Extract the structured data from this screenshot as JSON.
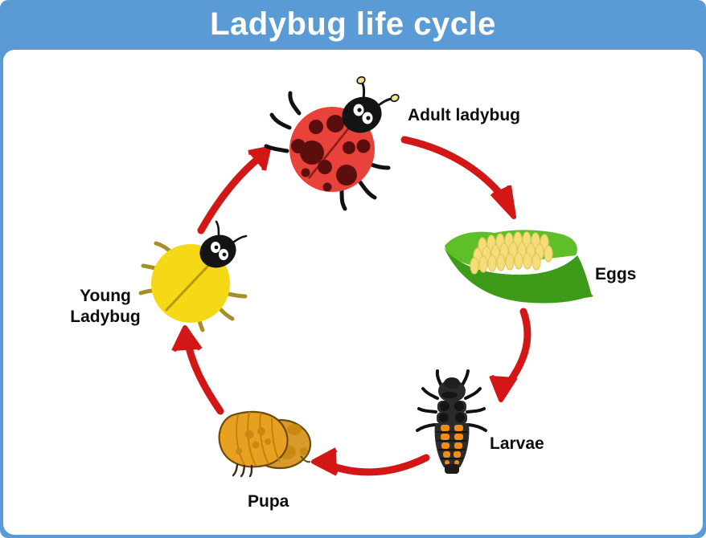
{
  "header": {
    "title": "Ladybug life cycle",
    "background_color": "#5b9bd5",
    "title_color": "#ffffff"
  },
  "panel": {
    "background_color": "#ffffff"
  },
  "diagram": {
    "type": "life-cycle",
    "subject": "ladybug",
    "direction": "clockwise",
    "arrow_color": "#d31616",
    "stages": [
      {
        "id": "adult",
        "label": "Adult ladybug",
        "order": 1,
        "position": "top",
        "colors": {
          "body": "#e8423a",
          "spots": "#5c0e0e",
          "head": "#141414",
          "eye": "#ffffff",
          "antenna_tip": "#efe18a",
          "legs": "#111111"
        }
      },
      {
        "id": "eggs",
        "label": "Eggs",
        "order": 2,
        "position": "right",
        "colors": {
          "leaf_light": "#5fbf28",
          "leaf_dark": "#3e9b1a",
          "egg": "#f5dd7a",
          "egg_outline": "#e3c85c"
        }
      },
      {
        "id": "larvae",
        "label": "Larvae",
        "order": 3,
        "position": "bottom-right",
        "colors": {
          "body": "#2b2b2b",
          "segment": "#1a1a1a",
          "marking": "#f28c18",
          "legs": "#111111"
        }
      },
      {
        "id": "pupa",
        "label": "Pupa",
        "order": 4,
        "position": "bottom-left",
        "colors": {
          "body": "#e8a020",
          "shell": "#d79a2b",
          "spots": "#c98a12",
          "outline": "#6b4a10"
        }
      },
      {
        "id": "young",
        "label": "Young\nLadybug",
        "order": 5,
        "position": "left",
        "colors": {
          "body": "#f5d916",
          "head": "#141414",
          "eye": "#ffffff",
          "legs": "#a78f27",
          "split": "#b39a10"
        }
      }
    ],
    "arrows": [
      {
        "id": "adult-to-eggs",
        "from": "adult",
        "to": "eggs",
        "shape": "curve-down-right"
      },
      {
        "id": "eggs-to-larvae",
        "from": "eggs",
        "to": "larvae",
        "shape": "curve-down"
      },
      {
        "id": "larvae-to-pupa",
        "from": "larvae",
        "to": "pupa",
        "shape": "curve-left"
      },
      {
        "id": "pupa-to-young",
        "from": "pupa",
        "to": "young",
        "shape": "curve-up-left"
      },
      {
        "id": "young-to-adult",
        "from": "young",
        "to": "adult",
        "shape": "curve-up-right"
      }
    ]
  }
}
